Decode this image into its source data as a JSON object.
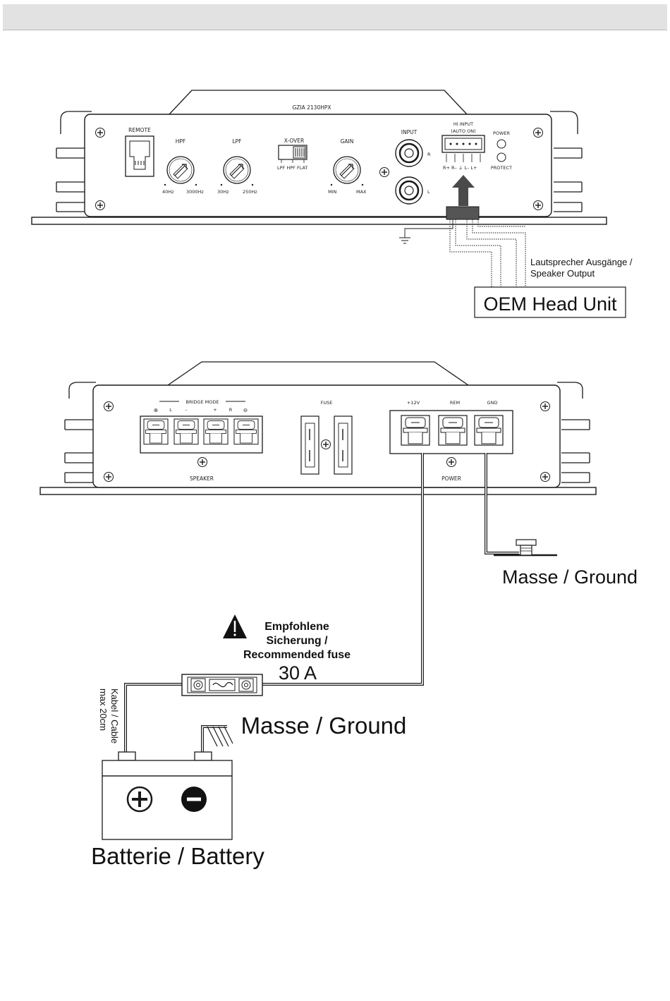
{
  "amp_front": {
    "model": "GZIA 2130HPX",
    "remote": "REMOTE",
    "hpf": {
      "label": "HPF",
      "min": "40Hz",
      "max": "3000Hz"
    },
    "lpf": {
      "label": "LPF",
      "min": "30Hz",
      "max": "250Hz"
    },
    "xover": {
      "label": "X-OVER",
      "opts": "LPF HPF FLAT"
    },
    "gain": {
      "label": "GAIN",
      "min": "MIN",
      "max": "MAX"
    },
    "input": {
      "label": "INPUT",
      "r": "R",
      "l": "L"
    },
    "hi_input": {
      "line1": "HI   INPUT",
      "line2": "(AUTO ON)",
      "pins": "R+ R–  ⏚  L– L+"
    },
    "power_led": "POWER",
    "protect_led": "PROTECT"
  },
  "speaker_output_label": {
    "line1": "Lautsprecher Ausgänge /",
    "line2": "Speaker Output"
  },
  "head_unit": "OEM Head Unit",
  "amp_rear": {
    "bridge_mode": "BRIDGE MODE",
    "bridge_marks": [
      "⊕",
      "L",
      "–",
      "+",
      "R",
      "⊖"
    ],
    "speaker": "SPEAKER",
    "fuse": "FUSE",
    "plus12v": "+12V",
    "rem": "REM",
    "gnd": "GND",
    "power": "POWER"
  },
  "ground_label_1": "Masse / Ground",
  "fuse_note": {
    "line1": "Empfohlene",
    "line2": "Sicherung /",
    "line3": "Recommended fuse",
    "value": "30 A"
  },
  "cable_note": {
    "line1": "Kabel / Cable",
    "line2": "max 20cm"
  },
  "ground_label_2": "Masse / Ground",
  "battery_label": "Batterie / Battery",
  "battery_plus": "+",
  "battery_minus": "–"
}
